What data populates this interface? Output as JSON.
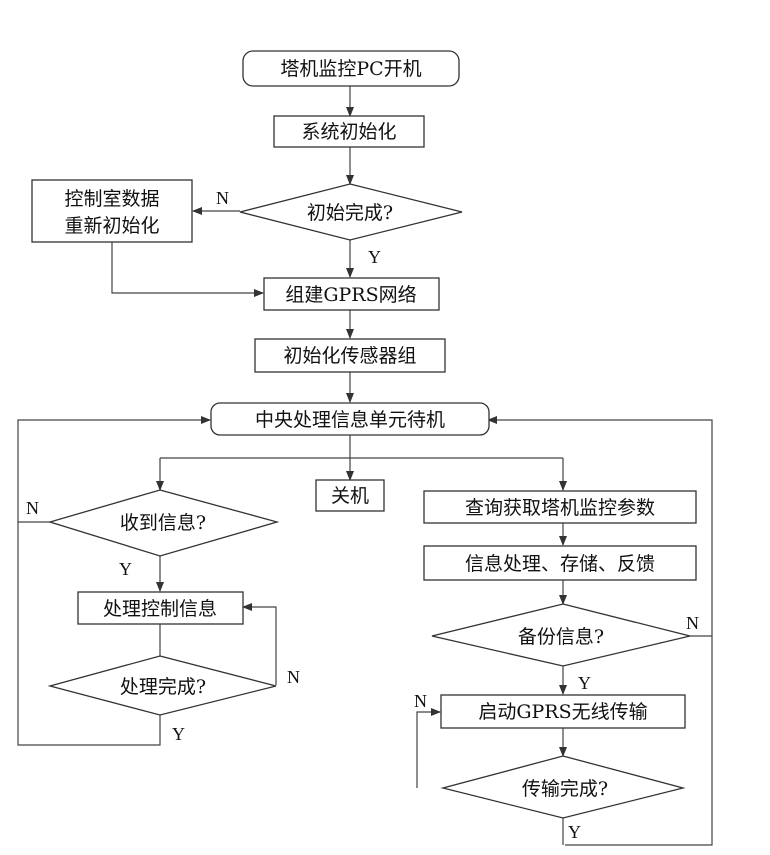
{
  "nodes": {
    "start": "塔机监控PC开机",
    "sys_init": "系统初始化",
    "init_done": "初始完成?",
    "reinit_line1": "控制室数据",
    "reinit_line2": "重新初始化",
    "gprs_net": "组建GPRS网络",
    "sensor_init": "初始化传感器组",
    "cpu_standby": "中央处理信息单元待机",
    "recv_info": "收到信息?",
    "shutdown": "关机",
    "query_params": "查询获取塔机监控参数",
    "proc_store": "信息处理、存储、反馈",
    "proc_ctrl": "处理控制信息",
    "proc_done": "处理完成?",
    "backup": "备份信息?",
    "start_gprs": "启动GPRS无线传输",
    "trans_done": "传输完成?"
  },
  "labels": {
    "yes": "Y",
    "no": "N"
  }
}
